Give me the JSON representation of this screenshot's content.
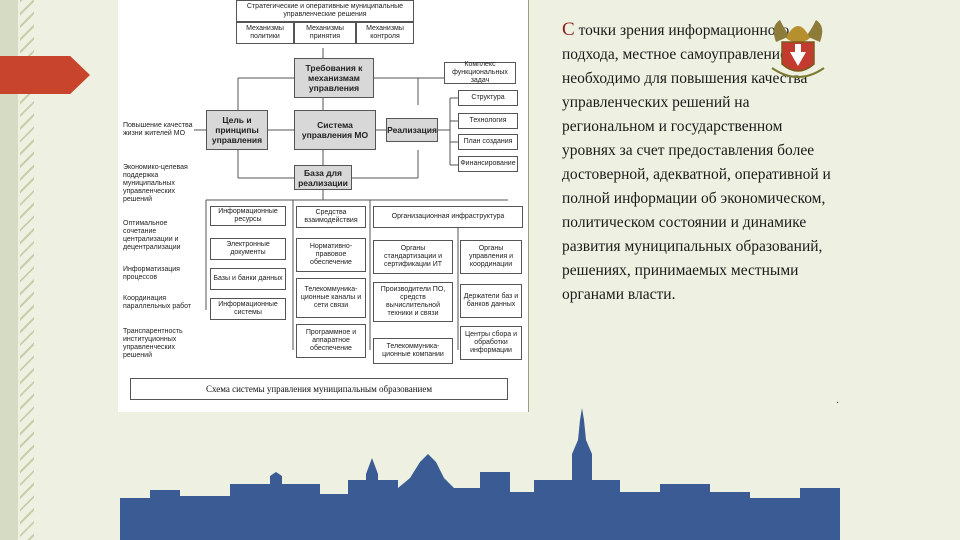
{
  "diagram": {
    "top_box": "Стратегические и оперативные муниципальные управленческие решения",
    "mech_1": "Механизмы политики",
    "mech_2": "Механизмы принятия",
    "mech_3": "Механизмы контроля",
    "requirements": "Требования к механизмам управления",
    "complex": "Комплекс функциональных задач",
    "structure": "Структура",
    "technology": "Технология",
    "plan": "План создания",
    "finance": "Финансирование",
    "improve": "Повышение качества жизни жителей МО",
    "goal": "Цель и принципы управления",
    "system": "Система управления МО",
    "realization": "Реализация",
    "base": "База для реализации",
    "left_list": [
      "Экономико-целевая поддержка муниципальных управленческих решений",
      "Оптимальное сочетание централизации и децентрализации",
      "Информатизация процессов",
      "Координация параллельных работ",
      "Транспарентность институционных управленческих решений"
    ],
    "col1_head": "Информационные ресурсы",
    "col1_items": [
      "Электронные документы",
      "Базы и банки данных",
      "Информационные системы"
    ],
    "col2_head": "Средства взаимодействия",
    "col2_items": [
      "Нормативно-правовое обеспечение",
      "Телекоммуника-ционные каналы и сети связи",
      "Программное и аппаратное обеспечение"
    ],
    "col3_head": "Организационная инфраструктура",
    "col3_items_a": [
      "Органы стандартизации и сертификации ИТ",
      "Производители ПО, средств вычислительной техники и связи",
      "Телекоммуника-ционные компании"
    ],
    "col3_items_b": [
      "Органы управления и координации",
      "Держатели баз и банков данных",
      "Центры сбора и обработки информации"
    ]
  },
  "caption": "Схема системы управления муниципальным образованием",
  "main_text": {
    "first_letter": "С",
    "body": " точки зрения информационного подхода, местное самоуправление необходимо для повышения качества управленческих решений на региональном и государственном уровнях за счет предоставления более достоверной, адекватной, оперативной и полной информации об экономическом, политическом состоянии и динамике развития муниципальных образований, решениях, принимаемых местными органами власти."
  },
  "dot": "."
}
